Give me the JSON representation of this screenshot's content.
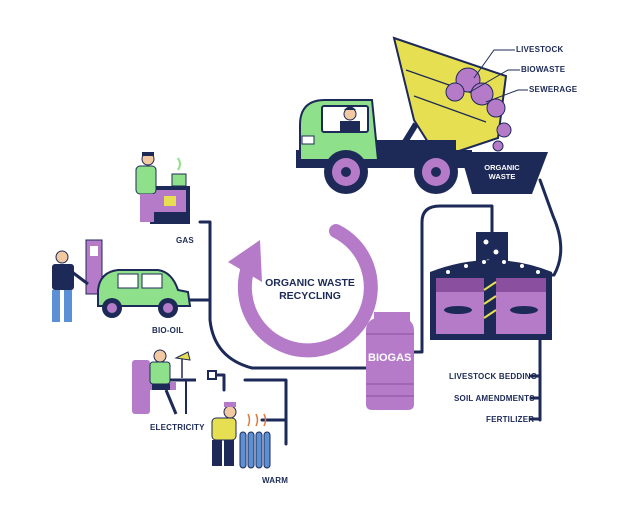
{
  "center": {
    "line1": "ORGANIC WASTE",
    "line2": "RECYCLING"
  },
  "truck": {
    "cargo_labels": [
      "LIVESTOCK",
      "BIOWASTE",
      "SEWERAGE"
    ],
    "hopper_line1": "ORGANIC",
    "hopper_line2": "WASTE"
  },
  "tank": {
    "label": "BIOGAS"
  },
  "digester_outputs": [
    "LIVESTOCK BEDDING",
    "SOIL AMENDMENTS",
    "FERTILIZER"
  ],
  "uses": {
    "gas": "GAS",
    "bio_oil": "BIO-OIL",
    "electricity": "ELECTRICITY",
    "warm": "WARM"
  },
  "colors": {
    "navy": "#1d2a57",
    "purple": "#b57bc9",
    "dark_purple": "#8a4f9e",
    "green": "#8fe08a",
    "yellow": "#e6df52",
    "skin": "#f2c9a0"
  }
}
